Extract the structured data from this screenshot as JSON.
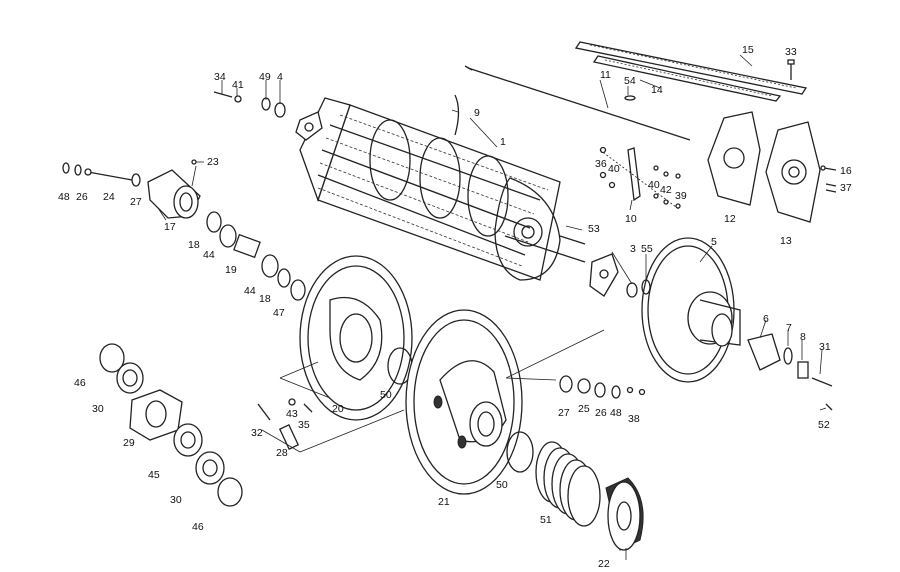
{
  "labels": [
    {
      "id": "l1",
      "text": "1"
    },
    {
      "id": "l3",
      "text": "3"
    },
    {
      "id": "l4",
      "text": "4"
    },
    {
      "id": "l5",
      "text": "5"
    },
    {
      "id": "l6",
      "text": "6"
    },
    {
      "id": "l7",
      "text": "7"
    },
    {
      "id": "l8",
      "text": "8"
    },
    {
      "id": "l9",
      "text": "9"
    },
    {
      "id": "l10",
      "text": "10"
    },
    {
      "id": "l11",
      "text": "11"
    },
    {
      "id": "l12",
      "text": "12"
    },
    {
      "id": "l13",
      "text": "13"
    },
    {
      "id": "l14",
      "text": "14"
    },
    {
      "id": "l15",
      "text": "15"
    },
    {
      "id": "l16",
      "text": "16"
    },
    {
      "id": "l17",
      "text": "17"
    },
    {
      "id": "l18a",
      "text": "18"
    },
    {
      "id": "l18b",
      "text": "18"
    },
    {
      "id": "l19",
      "text": "19"
    },
    {
      "id": "l20",
      "text": "20"
    },
    {
      "id": "l21",
      "text": "21"
    },
    {
      "id": "l22",
      "text": "22"
    },
    {
      "id": "l23",
      "text": "23"
    },
    {
      "id": "l24",
      "text": "24"
    },
    {
      "id": "l25",
      "text": "25"
    },
    {
      "id": "l26a",
      "text": "26"
    },
    {
      "id": "l26b",
      "text": "26"
    },
    {
      "id": "l27a",
      "text": "27"
    },
    {
      "id": "l27b",
      "text": "27"
    },
    {
      "id": "l28",
      "text": "28"
    },
    {
      "id": "l29",
      "text": "29"
    },
    {
      "id": "l30a",
      "text": "30"
    },
    {
      "id": "l30b",
      "text": "30"
    },
    {
      "id": "l31",
      "text": "31"
    },
    {
      "id": "l32",
      "text": "32"
    },
    {
      "id": "l33",
      "text": "33"
    },
    {
      "id": "l34",
      "text": "34"
    },
    {
      "id": "l35",
      "text": "35"
    },
    {
      "id": "l36",
      "text": "36"
    },
    {
      "id": "l37",
      "text": "37"
    },
    {
      "id": "l38",
      "text": "38"
    },
    {
      "id": "l39",
      "text": "39"
    },
    {
      "id": "l40a",
      "text": "40"
    },
    {
      "id": "l40b",
      "text": "40"
    },
    {
      "id": "l41",
      "text": "41"
    },
    {
      "id": "l42",
      "text": "42"
    },
    {
      "id": "l43",
      "text": "43"
    },
    {
      "id": "l44a",
      "text": "44"
    },
    {
      "id": "l44b",
      "text": "44"
    },
    {
      "id": "l45",
      "text": "45"
    },
    {
      "id": "l46a",
      "text": "46"
    },
    {
      "id": "l46b",
      "text": "46"
    },
    {
      "id": "l47",
      "text": "47"
    },
    {
      "id": "l48a",
      "text": "48"
    },
    {
      "id": "l48b",
      "text": "48"
    },
    {
      "id": "l49",
      "text": "49"
    },
    {
      "id": "l50a",
      "text": "50"
    },
    {
      "id": "l50b",
      "text": "50"
    },
    {
      "id": "l51",
      "text": "51"
    },
    {
      "id": "l52",
      "text": "52"
    },
    {
      "id": "l53",
      "text": "53"
    },
    {
      "id": "l54",
      "text": "54"
    },
    {
      "id": "l55",
      "text": "55"
    }
  ]
}
